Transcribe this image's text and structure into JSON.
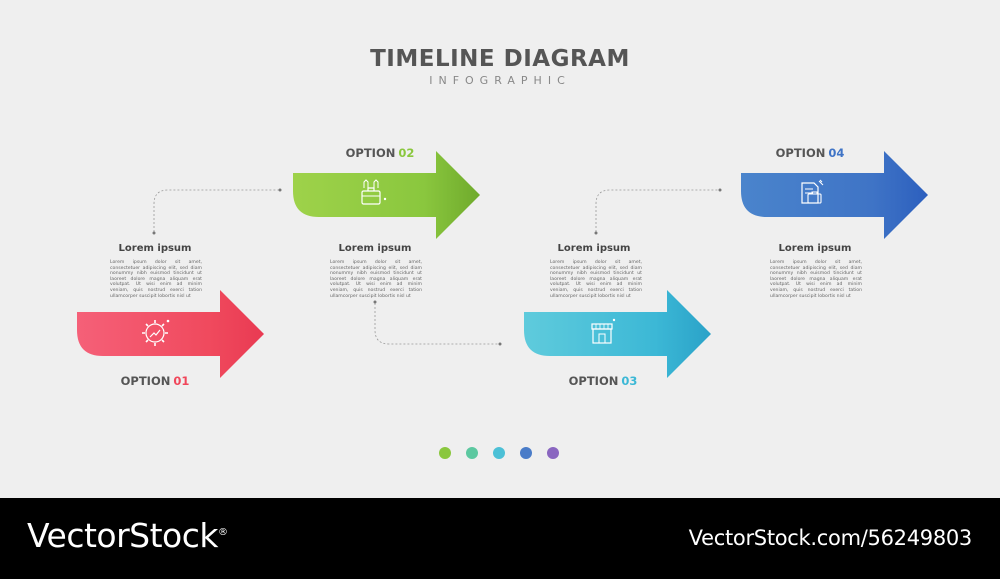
{
  "header": {
    "title": "TIMELINE DIAGRAM",
    "subtitle": "INFOGRAPHIC"
  },
  "options": [
    {
      "prefix": "OPTION",
      "number": "01",
      "color": "#f0465a",
      "heading": "Lorem ipsum",
      "body": "Lorem ipsum dolor sit amet, consectetuer adipiscing elit, sed diam nonummy nibh euismod tincidunt ut laoreet dolore magna aliquam erat volutpat. Ut wisi enim ad minim veniam, quis nostrud exerci tation ullamcorper suscipit lobortis nisl ut",
      "icon": "gear-growth-icon"
    },
    {
      "prefix": "OPTION",
      "number": "02",
      "color": "#8ac73e",
      "heading": "Lorem ipsum",
      "body": "Lorem ipsum dolor sit amet, consectetuer adipiscing elit, sed diam nonummy nibh euismod tincidunt ut laoreet dolore magna aliquam erat volutpat. Ut wisi enim ad minim veniam, quis nostrud exerci tation ullamcorper suscipit lobortis nisl ut",
      "icon": "castle-briefcase-icon"
    },
    {
      "prefix": "OPTION",
      "number": "03",
      "color": "#3cb8d6",
      "heading": "Lorem ipsum",
      "body": "Lorem ipsum dolor sit amet, consectetuer adipiscing elit, sed diam nonummy nibh euismod tincidunt ut laoreet dolore magna aliquam erat volutpat. Ut wisi enim ad minim veniam, quis nostrud exerci tation ullamcorper suscipit lobortis nisl ut",
      "icon": "storefront-icon"
    },
    {
      "prefix": "OPTION",
      "number": "04",
      "color": "#3f74c6",
      "heading": "Lorem ipsum",
      "body": "Lorem ipsum dolor sit amet, consectetuer adipiscing elit, sed diam nonummy nibh euismod tincidunt ut laoreet dolore magna aliquam erat volutpat. Ut wisi enim ad minim veniam, quis nostrud exerci tation ullamcorper suscipit lobortis nisl ut",
      "icon": "document-briefcase-icon"
    }
  ],
  "pagination_dots": [
    {
      "color": "#8ac73e"
    },
    {
      "color": "#5cc8a0"
    },
    {
      "color": "#4cc0d6"
    },
    {
      "color": "#4a7cc8"
    },
    {
      "color": "#8a66c0"
    }
  ],
  "footer": {
    "brand": "VectorStock",
    "brand_mark": "®",
    "reference": "VectorStock.com/56249803"
  }
}
